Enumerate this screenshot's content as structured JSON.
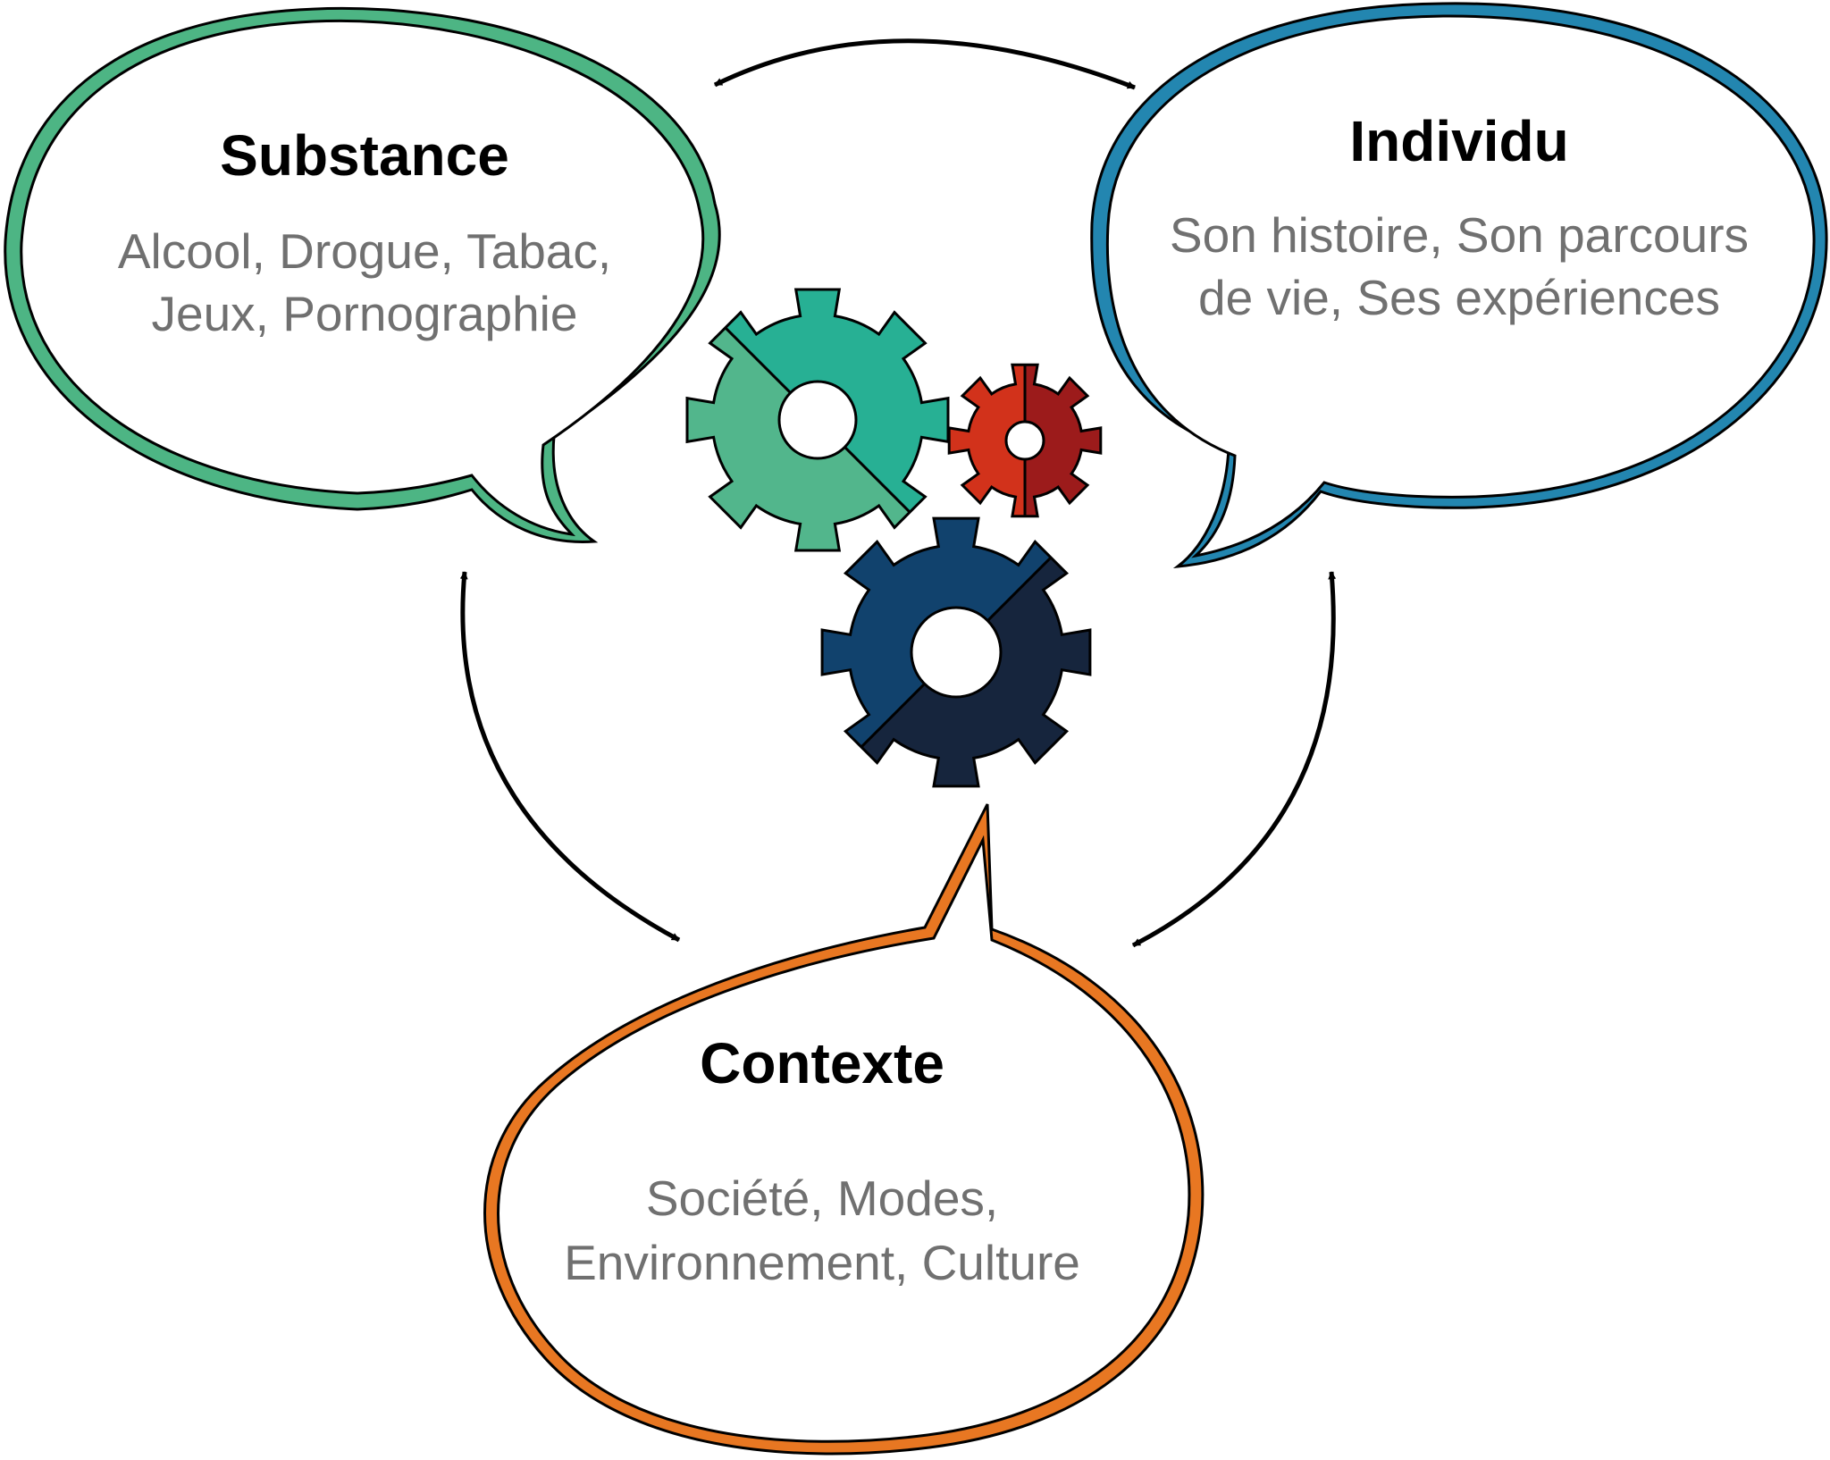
{
  "bubbles": {
    "substance": {
      "title": "Substance",
      "lines": [
        "Alcool, Drogue, Tabac,",
        "Jeux, Pornographie"
      ],
      "color": "#4db584"
    },
    "individu": {
      "title": "Individu",
      "lines": [
        "Son histoire, Son parcours",
        "de vie, Ses expériences"
      ],
      "color": "#2386b0"
    },
    "contexte": {
      "title": "Contexte",
      "lines": [
        "Société, Modes,",
        "Environnement, Culture"
      ],
      "color": "#e87722"
    }
  },
  "gears": {
    "green": [
      "#52b68c",
      "#27b094"
    ],
    "red": [
      "#d2321b",
      "#9c1b1b"
    ],
    "navy": [
      "#11426d",
      "#16253d"
    ]
  },
  "arrow_color": "#000000",
  "text_color": "#707070"
}
